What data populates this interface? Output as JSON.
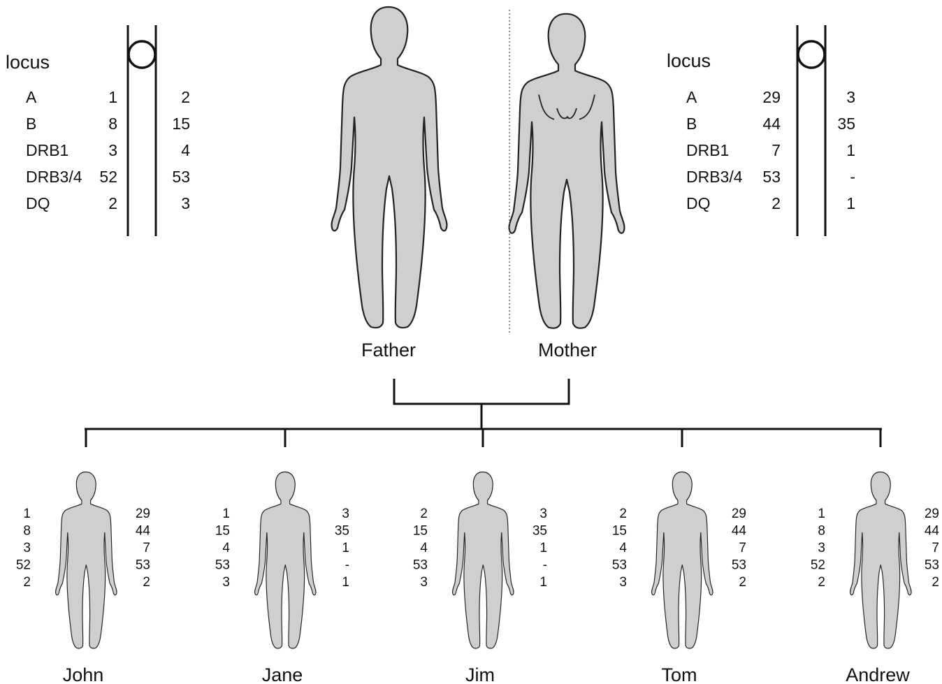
{
  "father": {
    "name": "Father",
    "locus_header": "locus",
    "loci": [
      {
        "locus": "A",
        "hap1": "1",
        "hap2": "2"
      },
      {
        "locus": "B",
        "hap1": "8",
        "hap2": "15"
      },
      {
        "locus": "DRB1",
        "hap1": "3",
        "hap2": "4"
      },
      {
        "locus": "DRB3/4",
        "hap1": "52",
        "hap2": "53"
      },
      {
        "locus": "DQ",
        "hap1": "2",
        "hap2": "3"
      }
    ]
  },
  "mother": {
    "name": "Mother",
    "locus_header": "locus",
    "loci": [
      {
        "locus": "A",
        "hap1": "29",
        "hap2": "3"
      },
      {
        "locus": "B",
        "hap1": "44",
        "hap2": "35"
      },
      {
        "locus": "DRB1",
        "hap1": "7",
        "hap2": "1"
      },
      {
        "locus": "DRB3/4",
        "hap1": "53",
        "hap2": "-"
      },
      {
        "locus": "DQ",
        "hap1": "2",
        "hap2": "1"
      }
    ]
  },
  "children": [
    {
      "name": "John",
      "paternal": [
        "1",
        "8",
        "3",
        "52",
        "2"
      ],
      "maternal": [
        "29",
        "44",
        "7",
        "53",
        "2"
      ]
    },
    {
      "name": "Jane",
      "paternal": [
        "1",
        "15",
        "4",
        "53",
        "3"
      ],
      "maternal": [
        "3",
        "35",
        "1",
        "-",
        "1"
      ]
    },
    {
      "name": "Jim",
      "paternal": [
        "2",
        "15",
        "4",
        "53",
        "3"
      ],
      "maternal": [
        "3",
        "35",
        "1",
        "-",
        "1"
      ]
    },
    {
      "name": "Tom",
      "paternal": [
        "2",
        "15",
        "4",
        "53",
        "3"
      ],
      "maternal": [
        "29",
        "44",
        "7",
        "53",
        "2"
      ]
    },
    {
      "name": "Andrew",
      "paternal": [
        "1",
        "8",
        "3",
        "52",
        "2"
      ],
      "maternal": [
        "29",
        "44",
        "7",
        "53",
        "2"
      ]
    }
  ],
  "colors": {
    "figure_fill": "#cfcfcf",
    "line": "#111111"
  }
}
